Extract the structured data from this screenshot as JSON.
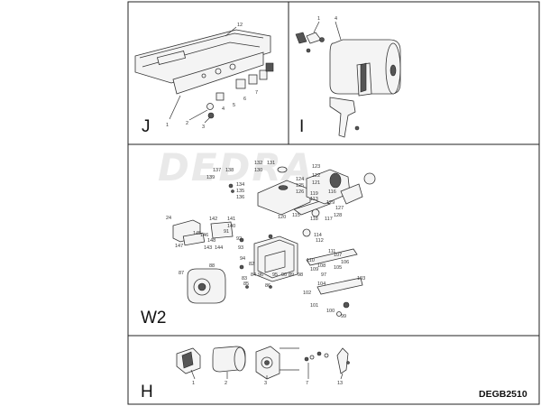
{
  "sections": {
    "J": "J",
    "I": "I",
    "W2": "W2",
    "H": "H"
  },
  "model": "DEGB2510",
  "watermark": "DEDRA",
  "labels_J": [
    "12",
    "1",
    "2",
    "3",
    "4",
    "5",
    "6",
    "7"
  ],
  "labels_I": [
    "1",
    "4"
  ],
  "labels_W2": [
    "137",
    "138",
    "139",
    "134",
    "135",
    "136",
    "132",
    "131",
    "130",
    "123",
    "124",
    "125",
    "126",
    "122",
    "121",
    "120",
    "127",
    "128",
    "129",
    "119",
    "118",
    "117",
    "116",
    "115",
    "113",
    "112",
    "111",
    "110",
    "24",
    "142",
    "141",
    "140",
    "145",
    "146",
    "147",
    "148",
    "143",
    "144",
    "91",
    "92",
    "93",
    "94",
    "95",
    "96",
    "97",
    "98",
    "99",
    "100",
    "101",
    "102",
    "103",
    "104",
    "105",
    "106",
    "107",
    "108",
    "109",
    "114",
    "87",
    "88",
    "89",
    "90",
    "85",
    "86",
    "84",
    "83",
    "82"
  ],
  "labels_H": [
    "1",
    "2",
    "3",
    "7",
    "13"
  ],
  "colors": {
    "line": "#333333",
    "frame": "#222222",
    "watermark": "#e9e9e9"
  }
}
